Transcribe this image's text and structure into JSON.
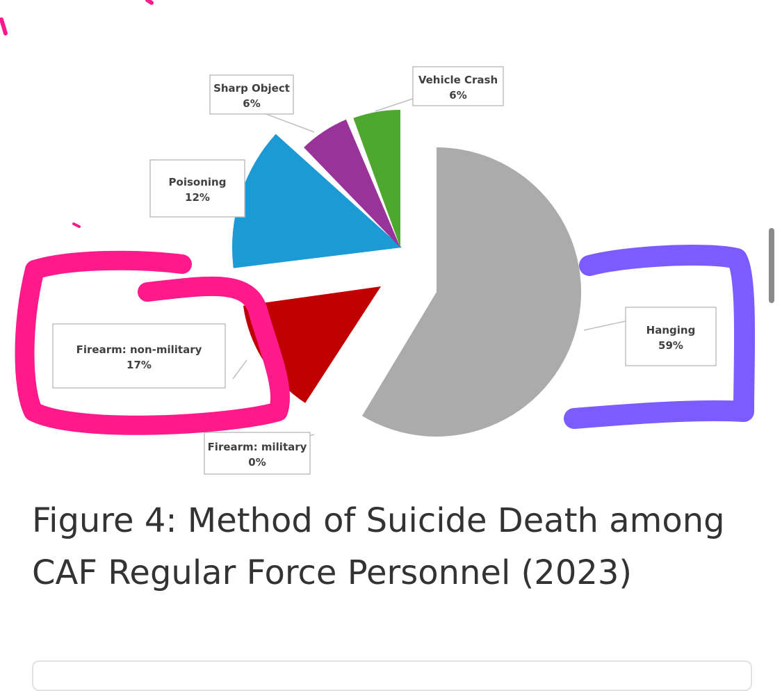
{
  "chart_data": {
    "type": "pie",
    "slices": [
      {
        "label": "Hanging",
        "value_label": "59%",
        "value": 59,
        "color": "#ababab"
      },
      {
        "label": "Firearm: military",
        "value_label": "0%",
        "value": 0,
        "color": "#c00000"
      },
      {
        "label": "Firearm: non-military",
        "value_label": "17%",
        "value": 17,
        "color": "#c00000"
      },
      {
        "label": "Poisoning",
        "value_label": "12%",
        "value": 12,
        "color": "#1c9ad6"
      },
      {
        "label": "Sharp Object",
        "value_label": "6%",
        "value": 6,
        "color": "#993399"
      },
      {
        "label": "Vehicle Crash",
        "value_label": "6%",
        "value": 6,
        "color": "#4ea72e"
      }
    ],
    "title": "Figure 4: Method of Suicide Death among CAF Regular Force Personnel (2023)"
  },
  "annotations": {
    "pink_circle_color": "#ff1a8c",
    "purple_bracket_color": "#7c5cff"
  }
}
